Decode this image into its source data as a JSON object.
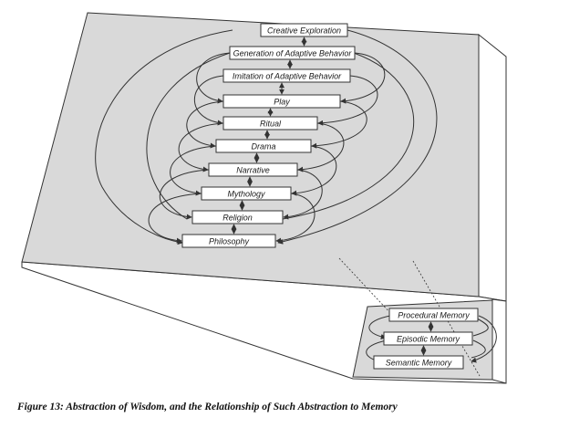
{
  "diagram": {
    "levels": [
      "Creative Exploration",
      "Generation of Adaptive Behavior",
      "Imitation of Adaptive Behavior",
      "Play",
      "Ritual",
      "Drama",
      "Narrative",
      "Mythology",
      "Religion",
      "Philosophy"
    ],
    "memory_levels": [
      "Procedural Memory",
      "Episodic Memory",
      "Semantic Memory"
    ]
  },
  "caption": "Figure 13: Abstraction of Wisdom, and the Relationship of Such Abstraction to Memory",
  "colors": {
    "panel_fill": "#d9d9d9",
    "side_fill": "#ffffff",
    "box_fill": "#ffffff",
    "stroke": "#333333"
  }
}
